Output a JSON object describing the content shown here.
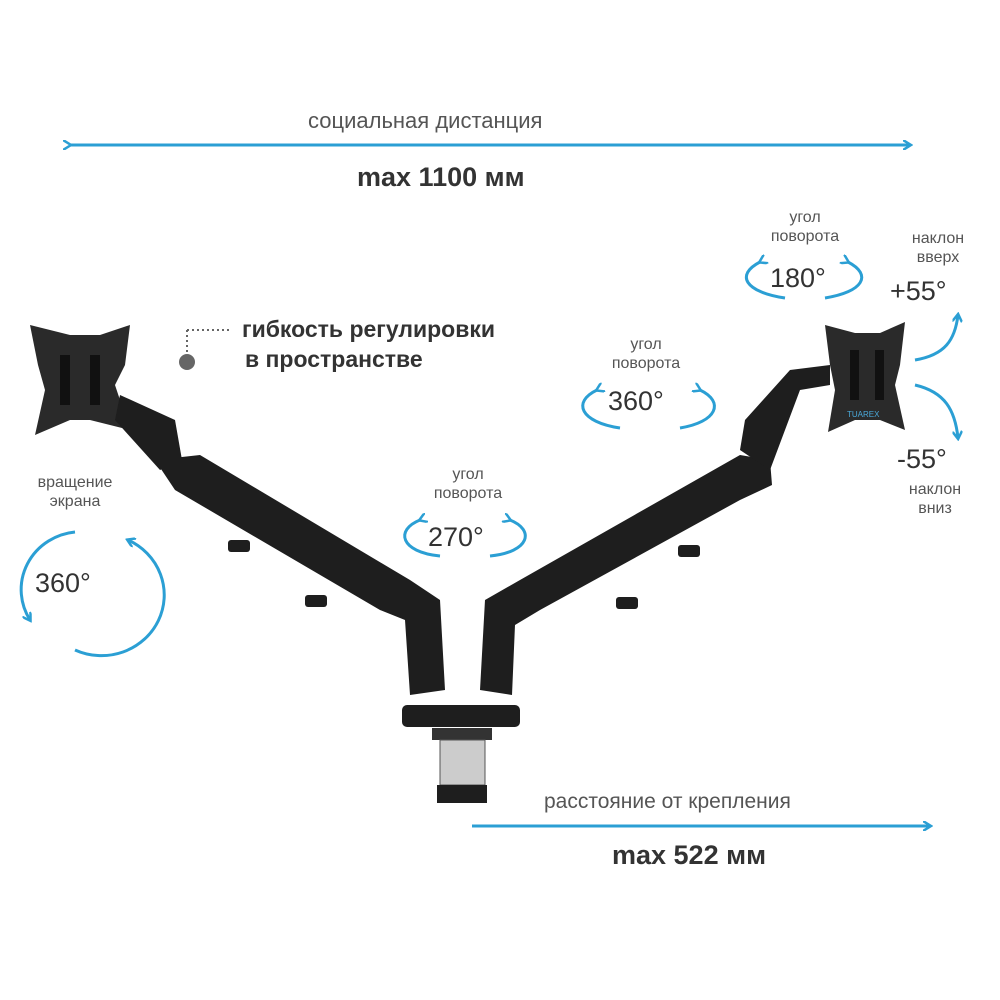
{
  "colors": {
    "accent": "#2b9fd4",
    "arm": "#1e1e1e",
    "text": "#333333"
  },
  "brand": "TUAREX",
  "top": {
    "label": "социальная дистанция",
    "value": "max 1100 мм"
  },
  "bottom": {
    "label": "расстояние от крепления",
    "value": "max 522 мм"
  },
  "flex": {
    "line1": "гибкость регулировки",
    "line2": "в пространстве"
  },
  "rotation_screen": {
    "line1": "вращение",
    "line2": "экрана",
    "value": "360°"
  },
  "swivel_center": {
    "line1": "угол",
    "line2": "поворота",
    "value": "270°"
  },
  "swivel_mid": {
    "line1": "угол",
    "line2": "поворота",
    "value": "360°"
  },
  "swivel_head": {
    "line1": "угол",
    "line2": "поворота",
    "value": "180°"
  },
  "tilt_up": {
    "line1": "наклон",
    "line2": "вверх",
    "value": "+55°"
  },
  "tilt_down": {
    "value": "-55°",
    "line1": "наклон",
    "line2": "вниз"
  }
}
